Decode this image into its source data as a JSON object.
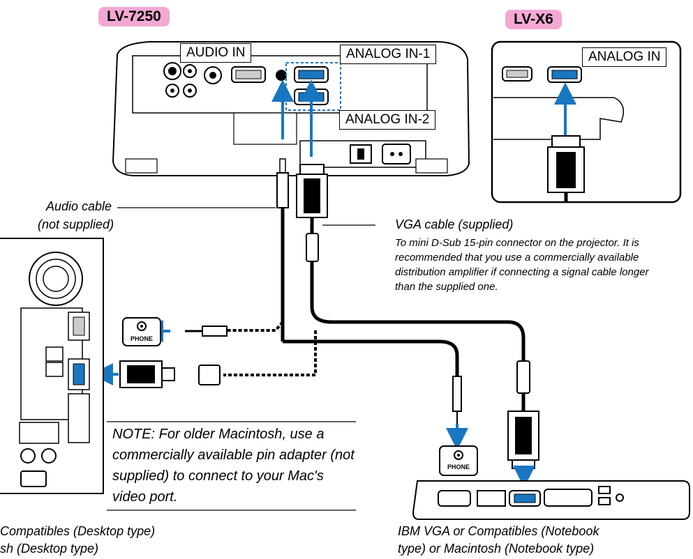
{
  "models": {
    "left": "LV-7250",
    "right": "LV-X6"
  },
  "ports": {
    "audio_in": "AUDIO IN",
    "analog_in_1": "ANALOG IN-1",
    "analog_in_2": "ANALOG IN-2",
    "analog_in": "ANALOG IN",
    "phone": "PHONE"
  },
  "cables": {
    "audio_title": "Audio cable",
    "audio_sub": "(not supplied)",
    "vga_title": "VGA cable (supplied)",
    "vga_desc": "To mini D-Sub 15-pin connector on the projector. It is recommended that you use a commercially available distribution amplifier if connecting a signal cable longer than the supplied one."
  },
  "note": "NOTE: For older Macintosh, use a commercially available pin adapter (not supplied) to connect to your Mac's video port.",
  "captions": {
    "desktop_line1": " Compatibles (Desktop type)",
    "desktop_line2": "sh (Desktop type)",
    "notebook_line1": "IBM VGA or Compatibles (Notebook",
    "notebook_line2": "type) or Macintosh (Notebook type)"
  },
  "colors": {
    "arrow": "#1877c0",
    "highlight": "#f3a8d3",
    "dashed_box": "#1877c0"
  }
}
